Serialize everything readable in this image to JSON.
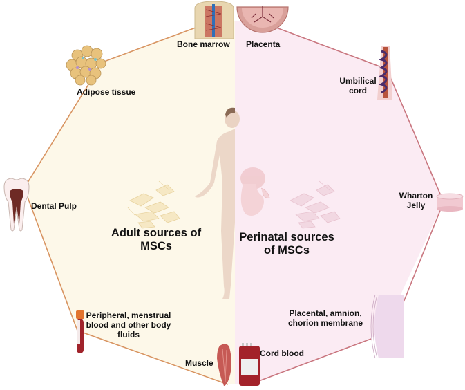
{
  "diagram": {
    "left_panel": {
      "title_line1": "Adult sources of",
      "title_line2": "MSCs",
      "background_color": "#fdf8e9",
      "edge_color": "#d89461",
      "sources": [
        {
          "id": "bone-marrow",
          "label": "Bone marrow",
          "icon": "bone-marrow-icon"
        },
        {
          "id": "adipose",
          "label": "Adipose tissue",
          "icon": "adipose-tissue-icon"
        },
        {
          "id": "dental",
          "label": "Dental Pulp",
          "icon": "tooth-icon"
        },
        {
          "id": "blood",
          "label_lines": [
            "Peripheral, menstrual",
            "blood and other body",
            "fluids"
          ],
          "icon": "blood-tube-icon"
        },
        {
          "id": "muscle",
          "label": "Muscle",
          "icon": "muscle-icon"
        }
      ],
      "center_icons": [
        "adult-human-icon",
        "yellow-msc-cells-icon"
      ]
    },
    "right_panel": {
      "title_line1": "Perinatal sources",
      "title_line2": "of MSCs",
      "background_color": "#fbebf3",
      "edge_color": "#c9767f",
      "sources": [
        {
          "id": "placenta",
          "label": "Placenta",
          "icon": "placenta-icon"
        },
        {
          "id": "umbilical",
          "label_lines": [
            "Umbilical",
            "cord"
          ],
          "icon": "umbilical-cord-icon"
        },
        {
          "id": "wharton",
          "label_lines": [
            "Wharton",
            "Jelly"
          ],
          "icon": "wharton-jelly-dish-icon"
        },
        {
          "id": "membrane",
          "label_lines": [
            "Placental, amnion,",
            "chorion membrane"
          ],
          "icon": "membrane-icon"
        },
        {
          "id": "cord-blood",
          "label": "Cord blood",
          "icon": "blood-bag-icon"
        }
      ],
      "center_icons": [
        "fetus-icon",
        "pink-msc-cells-icon"
      ]
    }
  }
}
